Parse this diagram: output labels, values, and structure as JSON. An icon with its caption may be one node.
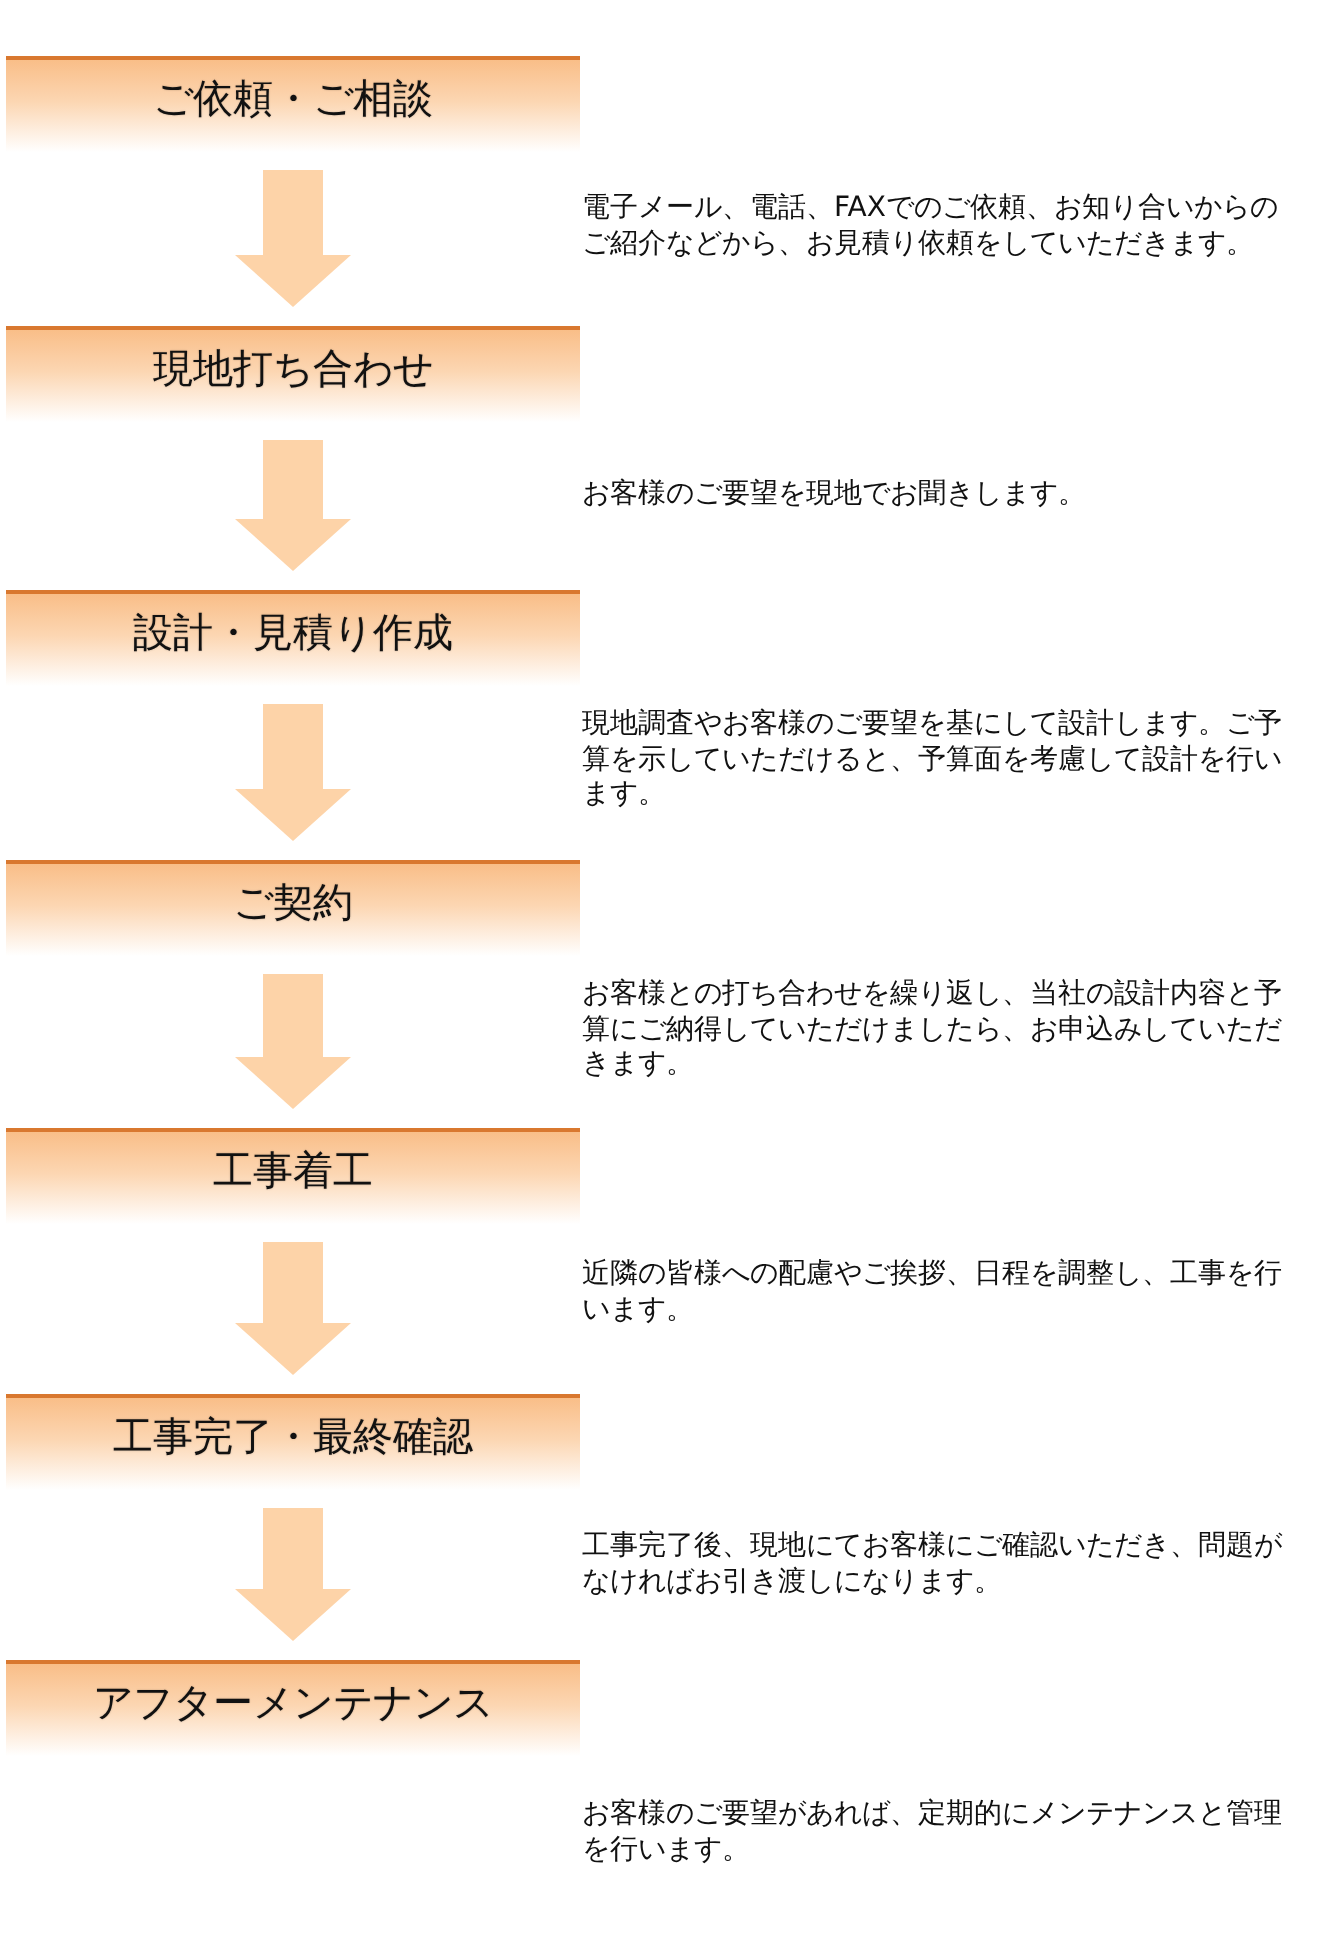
{
  "diagram": {
    "nodes": [
      {
        "text": [
          "ご依頼・ご相談"
        ],
        "beside": [
          "電子メール、電話、FAXでのご依頼、お知り合いからのご紹介などから、お見積り依頼をしていただきます。"
        ]
      },
      {
        "text": [
          "現地打ち合わせ"
        ],
        "beside": [
          "お客様のご要望を現地でお聞きします。"
        ]
      },
      {
        "text": [
          "設計・見積り作成"
        ],
        "beside": [
          "現地調査やお客様のご要望を基にして設計します。ご予算を示していただけると、予算面を考慮して設計を行います。"
        ]
      },
      {
        "text": [
          "ご契約"
        ],
        "beside": [
          "お客様との打ち合わせを繰り返し、当社の設計内容と予算にご納得していただけましたら、お申込みしていただきます。"
        ]
      },
      {
        "text": [
          "工事着工"
        ],
        "beside": [
          "近隣の皆様への配慮やご挨拶、日程を調整し、工事を行います。"
        ]
      },
      {
        "text": [
          "工事完了・最終確認"
        ],
        "beside": [
          "工事完了後、現地にてお客様にご確認いただき、問題がなければお引き渡しになります。"
        ]
      },
      {
        "text": [
          "アフターメンテナンス"
        ],
        "beside": [
          "お客様のご要望があれば、定期的にメンテナンスと管理を行います。"
        ]
      }
    ],
    "edges": [
      {
        "from": 0,
        "to": 1,
        "arrow": "to"
      },
      {
        "from": 1,
        "to": 2,
        "arrow": "to"
      },
      {
        "from": 2,
        "to": 3,
        "arrow": "to"
      },
      {
        "from": 3,
        "to": 4,
        "arrow": "to"
      },
      {
        "from": 4,
        "to": 5,
        "arrow": "to"
      },
      {
        "from": 5,
        "to": 6,
        "arrow": "to"
      }
    ]
  }
}
